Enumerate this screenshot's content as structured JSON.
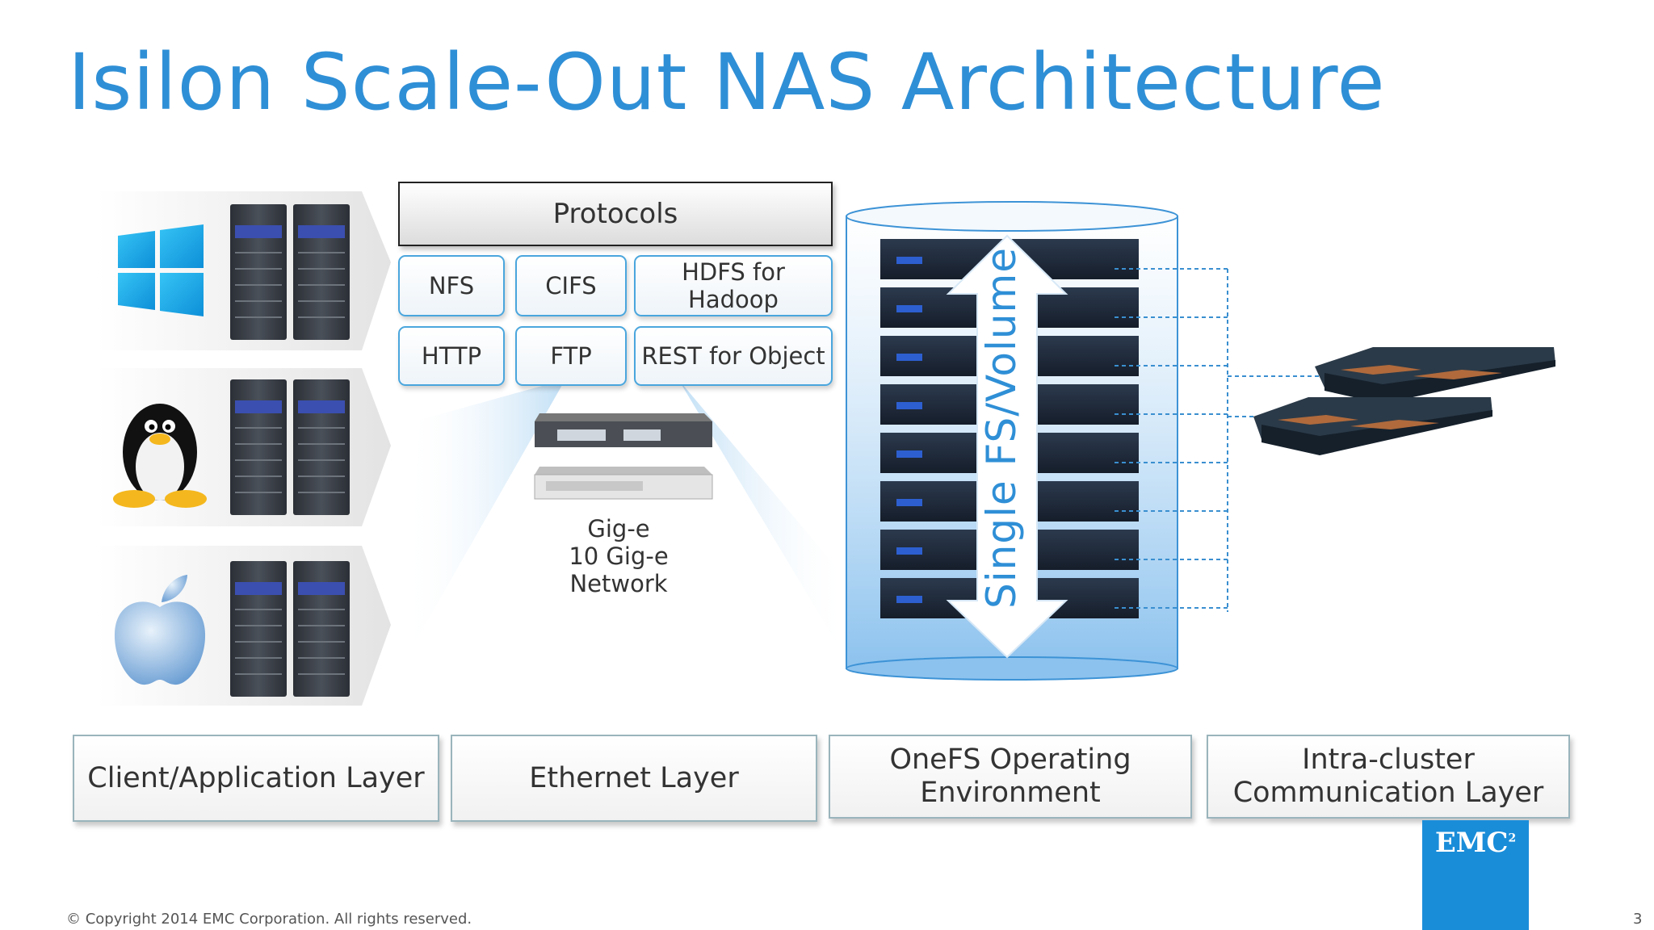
{
  "slide": {
    "title": "Isilon Scale-Out NAS Architecture",
    "protocols_header": "Protocols",
    "protocols": [
      "NFS",
      "CIFS",
      "HDFS for Hadoop",
      "HTTP",
      "FTP",
      "REST for Object"
    ],
    "network_label": [
      "Gig-e",
      "10 Gig-e",
      "Network"
    ],
    "volume_label": "Single FS/Volume",
    "layers": [
      "Client/Application Layer",
      "Ethernet Layer",
      "OneFS Operating Environment",
      "Intra-cluster Communication Layer"
    ],
    "logo": "EMC",
    "logo_sup": "2",
    "copyright": "© Copyright 2014 EMC Corporation. All rights reserved.",
    "page_number": "3"
  },
  "icons": [
    "windows-logo-icon",
    "linux-tux-icon",
    "apple-logo-icon",
    "server-rack-icon",
    "network-switch-icon",
    "storage-node-icon",
    "infiniband-switch-icon"
  ],
  "colors": {
    "title_blue": "#2f8fd6",
    "protocol_border": "#4aa6dd",
    "cluster_blue": "#6fb2e8",
    "logo_blue": "#1a8dd9",
    "connector_blue": "#3a8fd0"
  }
}
